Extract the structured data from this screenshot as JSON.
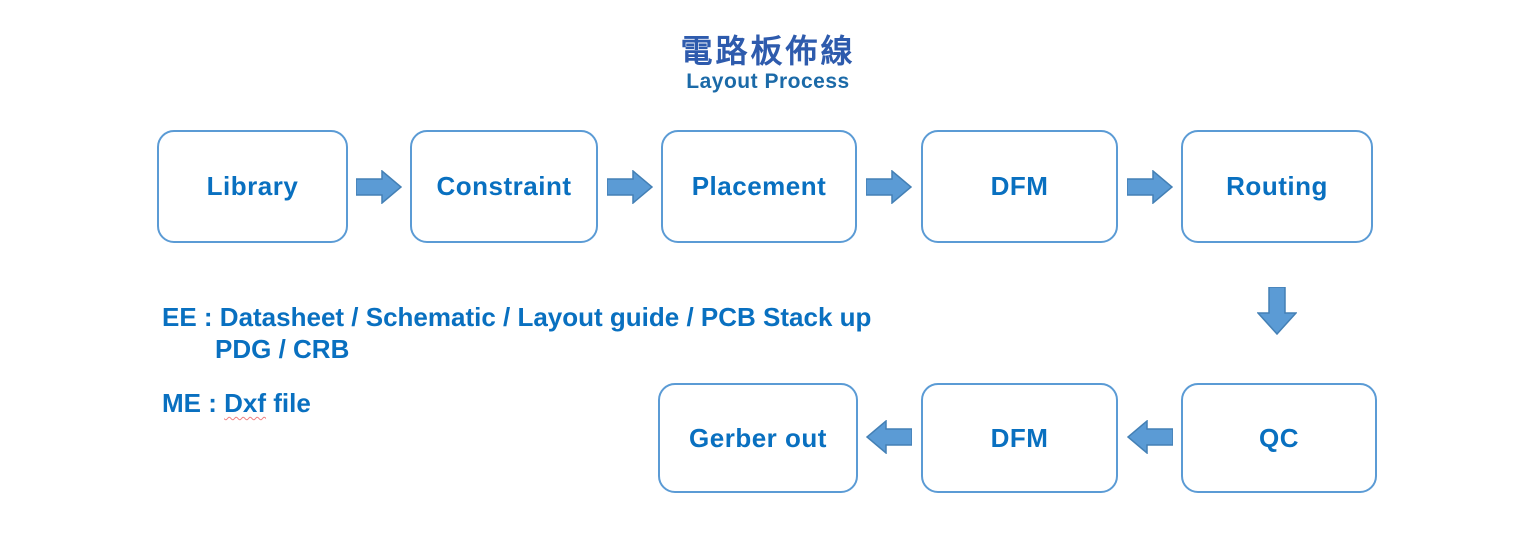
{
  "title": "電路板佈線",
  "subtitle": "Layout Process",
  "flow": {
    "top_row": [
      "Library",
      "Constraint",
      "Placement",
      "DFM",
      "Routing"
    ],
    "bottom_row": [
      "Gerber out",
      "DFM",
      "QC"
    ]
  },
  "notes": {
    "ee": {
      "line1": "EE : Datasheet / Schematic / Layout guide / PCB Stack up",
      "line2": "PDG / CRB"
    },
    "me": {
      "prefix": "ME : ",
      "underlined_word": "Dxf",
      "suffix": " file"
    }
  },
  "colors": {
    "box_border": "#5b9bd5",
    "box_text": "#0970c0",
    "arrow_fill": "#5b9bd5",
    "arrow_stroke": "#4480b5",
    "title": "#2e5bad",
    "subtitle": "#1b6aa8",
    "notes_text": "#0970c0",
    "spellcheck_underline": "#f08080"
  }
}
